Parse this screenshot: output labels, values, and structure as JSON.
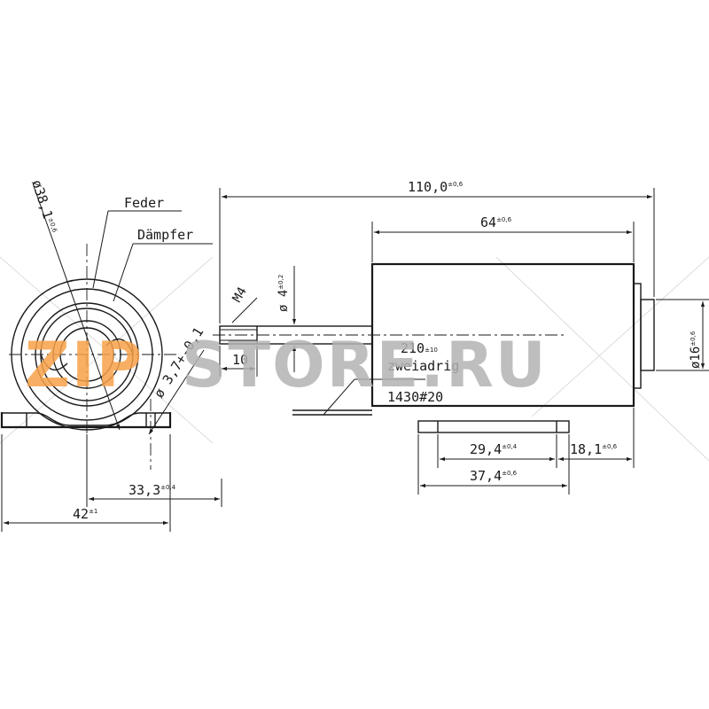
{
  "watermark": {
    "part1": "ZIP",
    "part2": "STORE.RU",
    "colors": {
      "zip": "#f7a24a",
      "store": "#b3b3b3"
    }
  },
  "labels": {
    "feder": "Feder",
    "daempfer": "Dämpfer",
    "m4": "M4",
    "wire_length": "210",
    "wire_length_tol": "±10",
    "wire_type": "zweiadrig",
    "wire_spec": "1430#20"
  },
  "dimensions": {
    "total_length": {
      "value": "110,0",
      "tol": "±0,6"
    },
    "body_length": {
      "value": "64",
      "tol": "±0,6"
    },
    "plunger_dia": {
      "value": "ø 4",
      "tol": "±0,2"
    },
    "thread_length": {
      "value": "10",
      "tol": ""
    },
    "hole_dia": {
      "value": "ø 3,7+-0,1",
      "tol": ""
    },
    "body_dia": {
      "value": "ø38,1",
      "tol": "±0,6"
    },
    "end_dia": {
      "value": "ø16",
      "tol": "±0,6"
    },
    "mount_hole_spacing": {
      "value": "29,4",
      "tol": "±0,4"
    },
    "mount_offset": {
      "value": "18,1",
      "tol": "±0,6"
    },
    "mount_length": {
      "value": "37,4",
      "tol": "±0,6"
    },
    "hole_spacing_front": {
      "value": "33,3",
      "tol": "±0,4"
    },
    "base_width": {
      "value": "42",
      "tol": "±1"
    }
  }
}
